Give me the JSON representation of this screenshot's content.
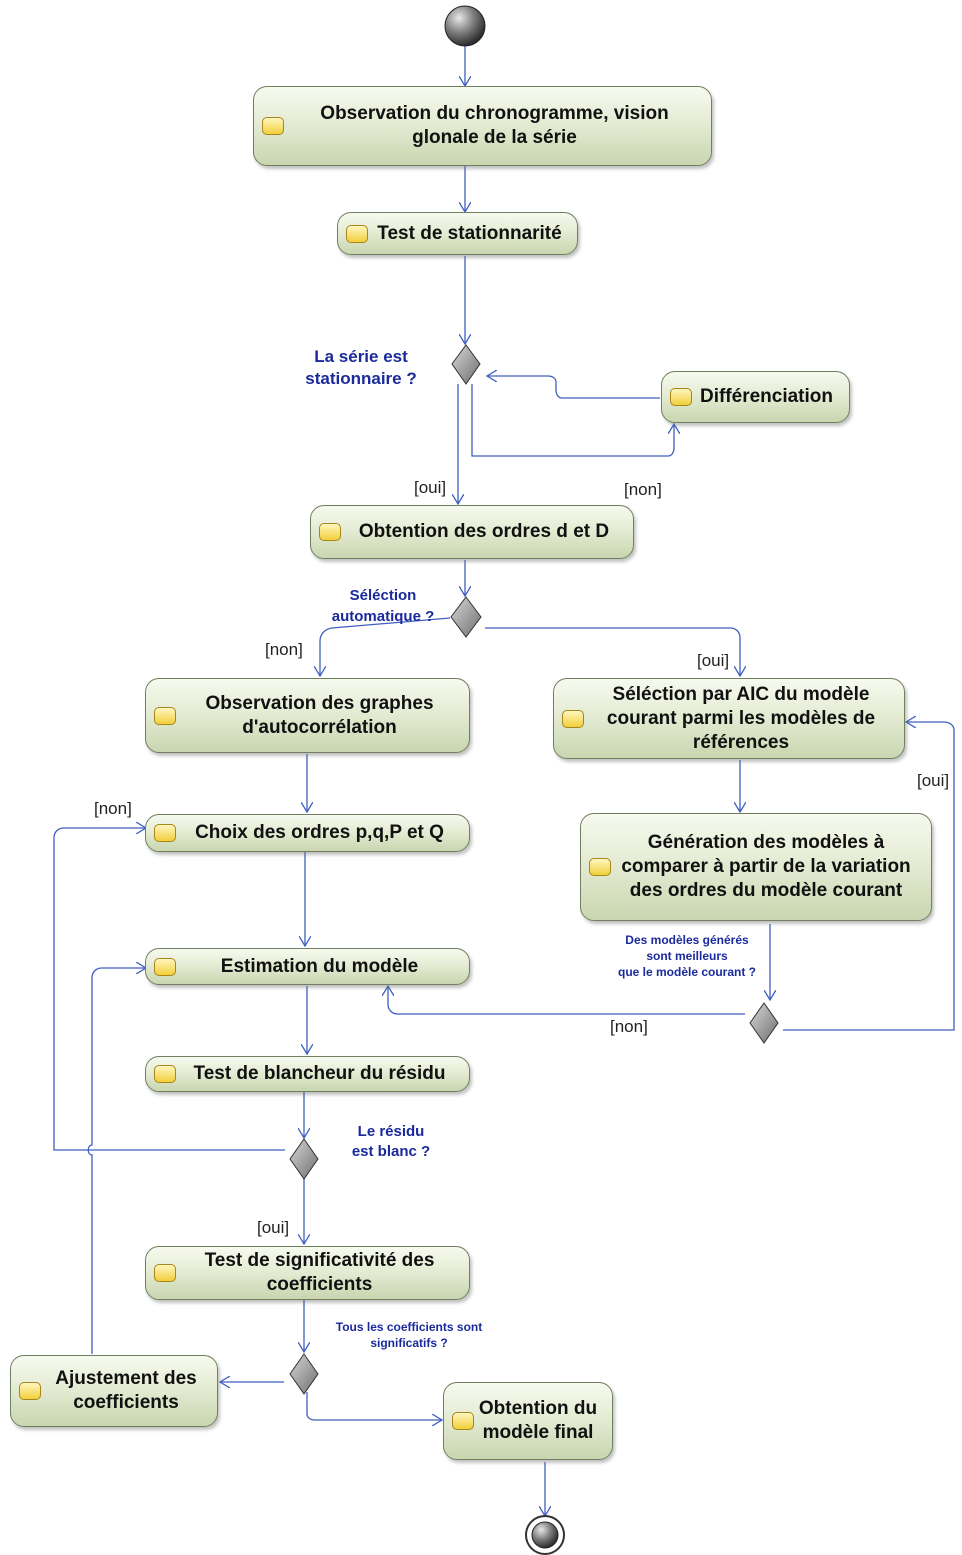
{
  "nodes": {
    "observation_chronogramme": "Observation du chronogramme, vision\nglonale de la série",
    "test_stationnarite": "Test de stationnarité",
    "differenciation": "Différenciation",
    "obtention_ordres": "Obtention des ordres d et D",
    "observation_graphes": "Observation des graphes\nd'autocorrélation",
    "selection_aic": "Séléction par AIC du modèle\ncourant parmi les modèles de\nréférences",
    "choix_ordres": "Choix des ordres p,q,P et Q",
    "generation_modeles": "Génération des modèles à\ncomparer à partir de la variation\ndes ordres du modèle courant",
    "estimation_modele": "Estimation du modèle",
    "test_blancheur": "Test de blancheur du résidu",
    "test_significativite": "Test de significativité des\ncoefficients",
    "ajustement_coefficients": "Ajustement des\ncoefficients",
    "obtention_modele_final": "Obtention du\nmodèle final"
  },
  "decisions": {
    "serie_stationnaire": "La série est\nstationnaire ?",
    "selection_automatique": "Séléction\nautomatique ?",
    "modeles_meilleurs": "Des modèles générés\nsont meilleurs\nque le modèle courant ?",
    "residu_blanc": "Le résidu\nest blanc ?",
    "coefficients_significatifs": "Tous les coefficients sont\nsignificatifs ?"
  },
  "guards": {
    "stationnaire_oui": "[oui]",
    "stationnaire_non": "[non]",
    "selection_non": "[non]",
    "selection_oui": "[oui]",
    "meilleurs_oui": "[oui]",
    "meilleurs_non": "[non]",
    "residu_non": "[non]",
    "residu_oui": "[oui]"
  }
}
